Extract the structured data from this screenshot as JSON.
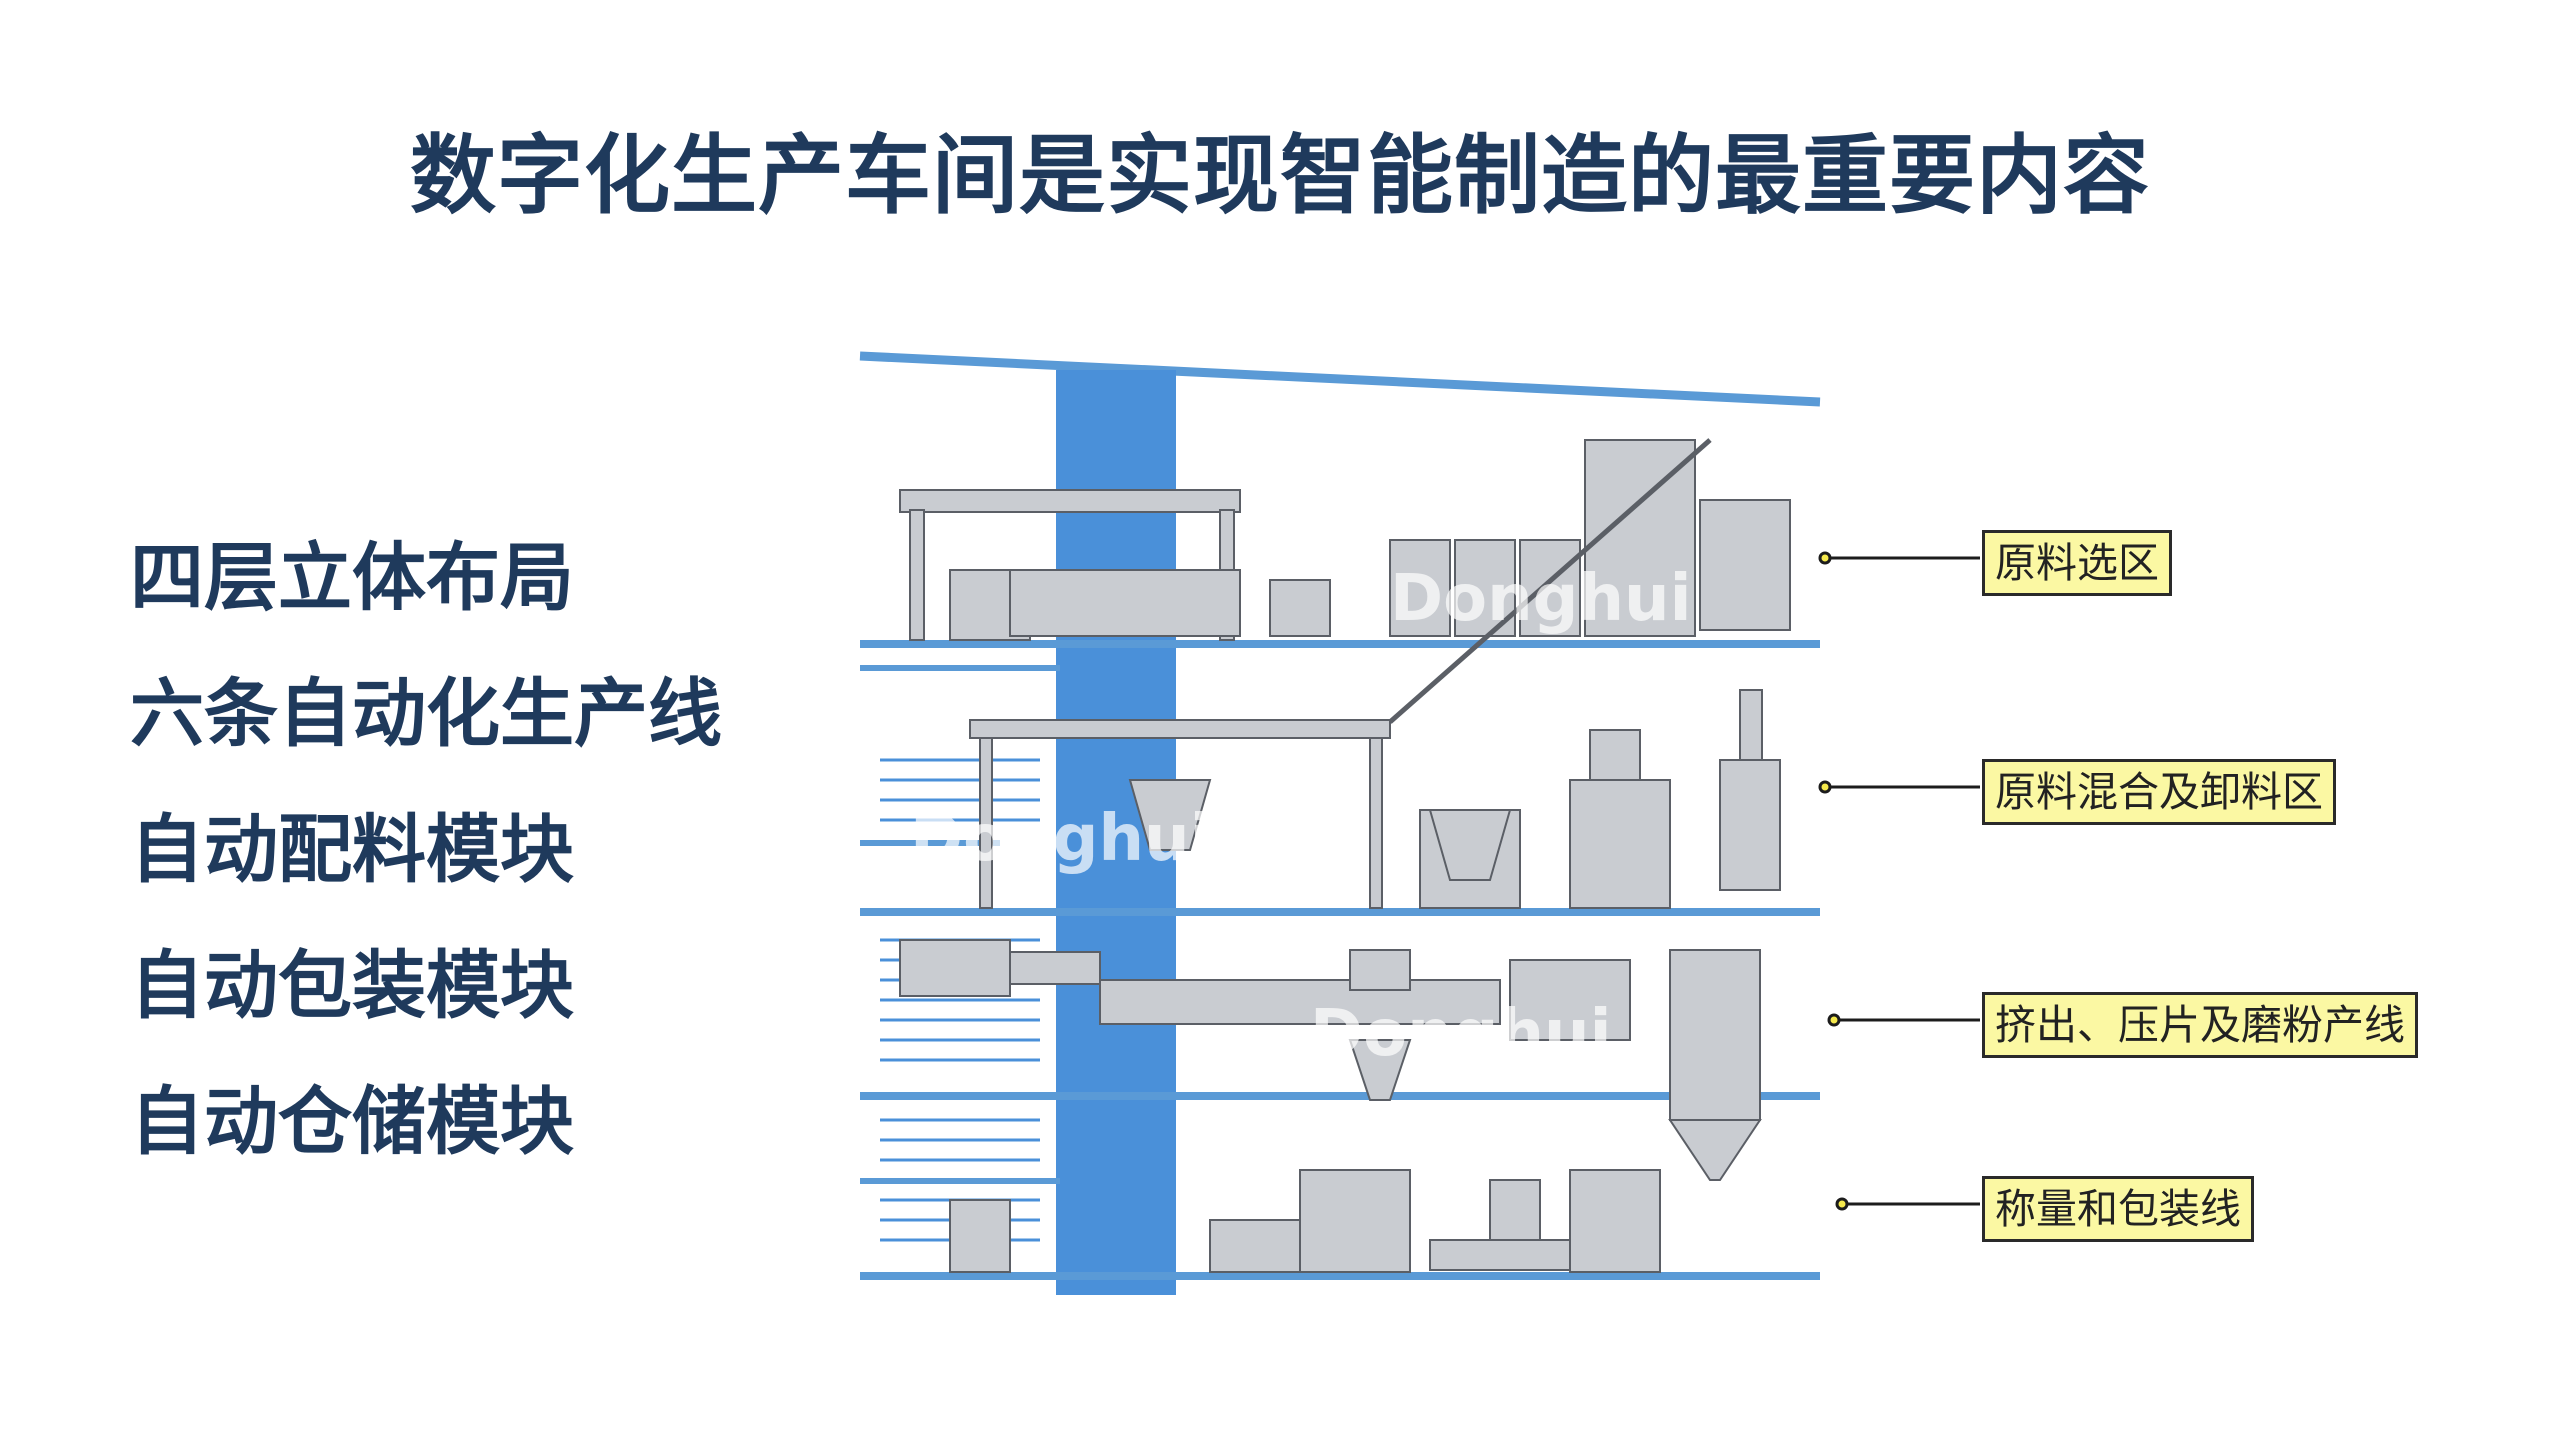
{
  "title": "数字化生产车间是实现智能制造的最重要内容",
  "bullets": [
    "四层立体布局",
    "六条自动化生产线",
    "自动配料模块",
    "自动包装模块",
    "自动仓储模块"
  ],
  "callouts": [
    "原料选区",
    "原料混合及卸料区",
    "挤出、压片及磨粉产线",
    "称量和包装线"
  ],
  "watermark": "Donghui",
  "colors": {
    "title": "#1f3a5c",
    "floor": "#5a9ad6",
    "column": "#4a90d9",
    "callout_bg": "#fbf8a3",
    "machine": "#c9ccd1"
  }
}
